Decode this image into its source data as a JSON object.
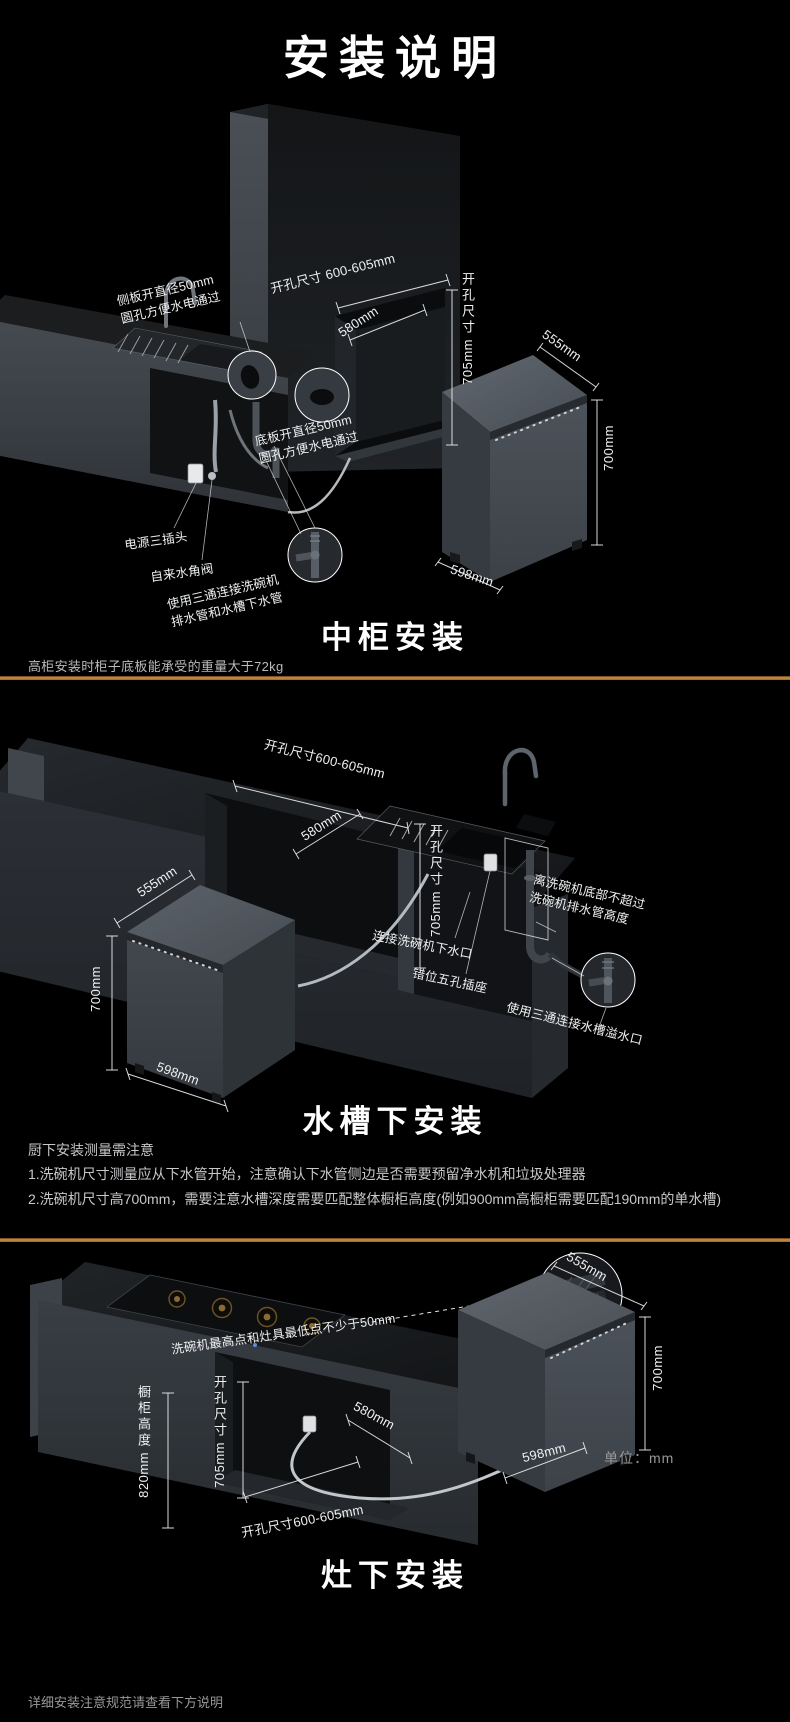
{
  "page": {
    "title": "安装说明",
    "unit_label": "单位：mm",
    "footer_note": "详细安装注意规范请查看下方说明",
    "colors": {
      "background": "#000000",
      "divider": "#c9813c",
      "label_text": "#eef0f1",
      "note_text": "#b9babc"
    }
  },
  "sections": {
    "middle_cabinet": {
      "heading": "中柜安装",
      "note": "高柜安装时柜子底板能承受的重量大于72kg",
      "dims": {
        "opening_width": "开孔尺寸 600-605mm",
        "opening_depth": "580mm",
        "opening_height_label": "开孔尺寸",
        "opening_height": "705mm",
        "dw_width": "555mm",
        "dw_height": "700mm",
        "dw_depth": "598mm"
      },
      "callouts": {
        "side_hole_1": "侧板开直径50mm",
        "side_hole_2": "圆孔方便水电通过",
        "bottom_hole_1": "底板开直径50mm",
        "bottom_hole_2": "圆孔方便水电通过",
        "power": "电源三插头",
        "valve": "自来水角阀",
        "tee_1": "使用三通连接洗碗机",
        "tee_2": "排水管和水槽下水管"
      }
    },
    "under_sink": {
      "heading": "水槽下安装",
      "notes_title": "厨下安装测量需注意",
      "note_1": "1.洗碗机尺寸测量应从下水管开始，注意确认下水管侧边是否需要预留净水机和垃圾处理器",
      "note_2": "2.洗碗机尺寸高700mm，需要注意水槽深度需要匹配整体橱柜高度(例如900mm高橱柜需要匹配190mm的单水槽)",
      "dims": {
        "opening_width": "开孔尺寸600-605mm",
        "opening_depth": "580mm",
        "opening_height_label": "开孔尺寸",
        "opening_height": "705mm",
        "dw_width": "555mm",
        "dw_height": "700mm",
        "dw_depth": "598mm"
      },
      "callouts": {
        "drain_height_1": "离洗碗机底部不超过",
        "drain_height_2": "洗碗机排水管高度",
        "drain_outlet": "连接洗碗机下水口",
        "socket": "错位五孔插座",
        "tee": "使用三通连接水槽溢水口"
      }
    },
    "under_stove": {
      "heading": "灶下安装",
      "dims": {
        "clearance": "洗碗机最高点和灶具最低点不少于50mm",
        "cabinet_height_label": "橱柜高度",
        "cabinet_height": "820mm",
        "opening_height_label": "开孔尺寸",
        "opening_height": "705mm",
        "opening_depth": "580mm",
        "opening_width": "开孔尺寸600-605mm",
        "dw_width": "555mm",
        "dw_height": "700mm",
        "dw_depth": "598mm"
      }
    }
  }
}
